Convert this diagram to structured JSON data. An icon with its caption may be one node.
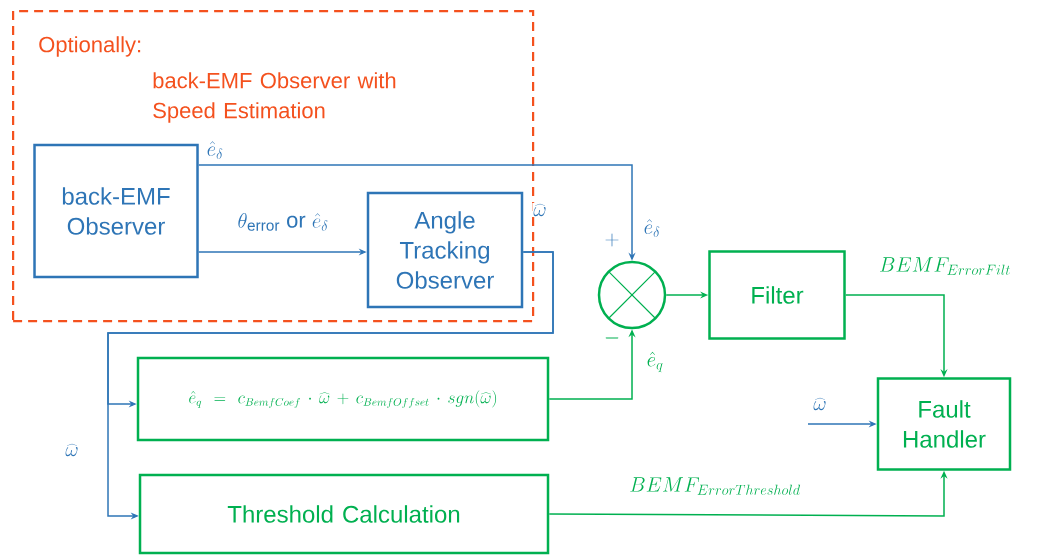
{
  "diagram": {
    "nodes": [
      {
        "text": [
          "Optionally:",
          "back-EMF Observer with Speed Estimation"
        ]
      },
      {
        "text": [
          "back-EMF Observer"
        ],
        "in": 0
      },
      {
        "text": [
          "Angle Tracking Observer"
        ],
        "in": 0
      },
      {
        "text": [],
        "shape": "circle"
      },
      {
        "text": [
          "Filter"
        ]
      },
      {
        "text": [
          "\\hat{e}_q = c_{BemfCoef} \\cdot \\widehat{\\omega} + c_{BemfOffset} \\cdot sgn(\\widehat{\\omega})"
        ]
      },
      {
        "text": [
          "Threshold Calculation"
        ]
      },
      {
        "text": [
          "Fault Handler"
        ]
      }
    ],
    "edges": [
      {
        "from": 1,
        "to": 3,
        "arrow": "to",
        "label": "\\hat{e}_{\\delta}"
      },
      {
        "from": 1,
        "to": 2,
        "arrow": "to",
        "label": "\\theta_{\\mathrm{error}}\\mbox{ or }\\hat{e}_{\\delta}"
      },
      {
        "from": 2,
        "to": 5,
        "arrow": "to",
        "label": "\\widehat{\\omega}"
      },
      {
        "from": 2,
        "to": 6,
        "arrow": "to",
        "label": "\\widehat{\\omega}"
      },
      {
        "from": 5,
        "to": 3,
        "arrow": "to",
        "label": "\\hat{e}_{q}",
        "color": "#00b050"
      },
      {
        "from": 3,
        "to": 4,
        "arrow": "to",
        "color": "#00b050"
      },
      {
        "from": 4,
        "to": 7,
        "arrow": "to",
        "label": "BEMF_{ErrorFilt}",
        "color": "#00b050"
      },
      {
        "from": 6,
        "to": 7,
        "arrow": "to",
        "label": "BEMF_{ErrorThreshold}",
        "color": "#00b050"
      },
      {
        "from": null,
        "to": 7,
        "arrow": "to",
        "label": "\\widehat{\\omega}"
      }
    ],
    "labels": [
      "+",
      "\\hat{e}_{\\delta}",
      "-"
    ]
  }
}
